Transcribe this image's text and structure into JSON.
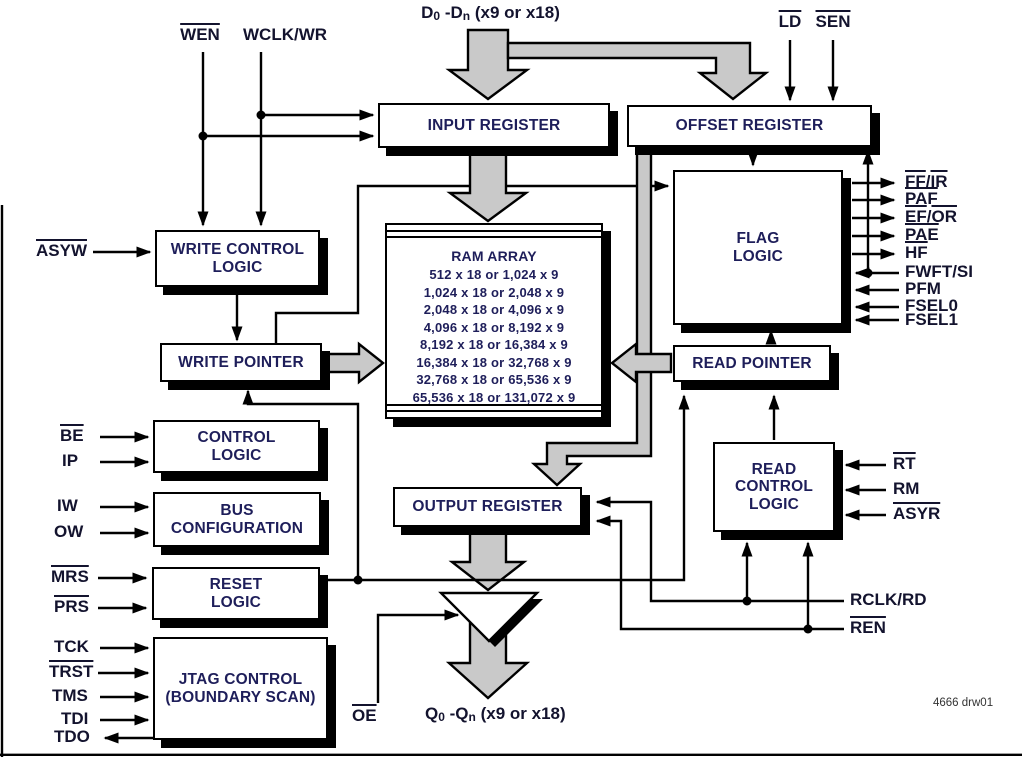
{
  "diagram": {
    "footnote": "4666 drw01",
    "colors": {
      "arrow_fill": "#c9c9c9",
      "line": "#000000",
      "box_text": "#1e1e5a",
      "label_text": "#13132e"
    }
  },
  "buses": {
    "data_in": {
      "p1": "D",
      "s1": "0",
      "p2": " -D",
      "s2": "n",
      "p3": " (x9 or x18)"
    },
    "data_out": {
      "p1": "Q",
      "s1": "0",
      "p2": " -Q",
      "s2": "n",
      "p3": " (x9 or x18)"
    }
  },
  "top_signals": {
    "wen": "WEN",
    "wclk": "WCLK/WR",
    "ld": "LD",
    "sen": "SEN"
  },
  "left_signals": {
    "asyw": "ASYW",
    "be": "BE",
    "ip": "IP",
    "iw": "IW",
    "ow": "OW",
    "mrs": "MRS",
    "prs": "PRS",
    "tck": "TCK",
    "trst": "TRST",
    "tms": "TMS",
    "tdi": "TDI",
    "tdo": "TDO"
  },
  "right_signals": {
    "rt": "RT",
    "rm": "RM",
    "asyr": "ASYR",
    "rclk": "RCLK/RD",
    "ren": "REN",
    "oe": "OE"
  },
  "flag_signals": {
    "ffir_a": "FF",
    "ffir_sep": "/",
    "ffir_b": "IR",
    "paf": "PAF",
    "efor_a": "EF",
    "efor_sep": "/",
    "efor_b": "OR",
    "pae": "PAE",
    "hf": "HF",
    "fwft": "FWFT/SI",
    "pfm": "PFM",
    "fsel0": "FSEL0",
    "fsel1": "FSEL1"
  },
  "boxes": {
    "input_register": "INPUT REGISTER",
    "offset_register": "OFFSET REGISTER",
    "write_control_1": "WRITE CONTROL",
    "write_control_2": "LOGIC",
    "write_pointer": "WRITE POINTER",
    "flag_logic_1": "FLAG",
    "flag_logic_2": "LOGIC",
    "read_pointer": "READ POINTER",
    "read_control_1": "READ",
    "read_control_2": "CONTROL",
    "read_control_3": "LOGIC",
    "control_logic_1": "CONTROL",
    "control_logic_2": "LOGIC",
    "bus_config_1": "BUS",
    "bus_config_2": "CONFIGURATION",
    "reset_logic_1": "RESET",
    "reset_logic_2": "LOGIC",
    "jtag_1": "JTAG CONTROL",
    "jtag_2": "(BOUNDARY SCAN)",
    "output_register": "OUTPUT REGISTER"
  },
  "ram": {
    "title": "RAM ARRAY",
    "sizes": [
      "512 x 18 or 1,024 x 9",
      "1,024 x 18 or 2,048 x 9",
      "2,048 x 18 or 4,096 x 9",
      "4,096 x 18 or 8,192 x 9",
      "8,192 x 18 or 16,384 x 9",
      "16,384 x 18 or 32,768 x 9",
      "32,768 x 18 or 65,536 x 9",
      "65,536 x 18 or 131,072 x 9"
    ]
  }
}
